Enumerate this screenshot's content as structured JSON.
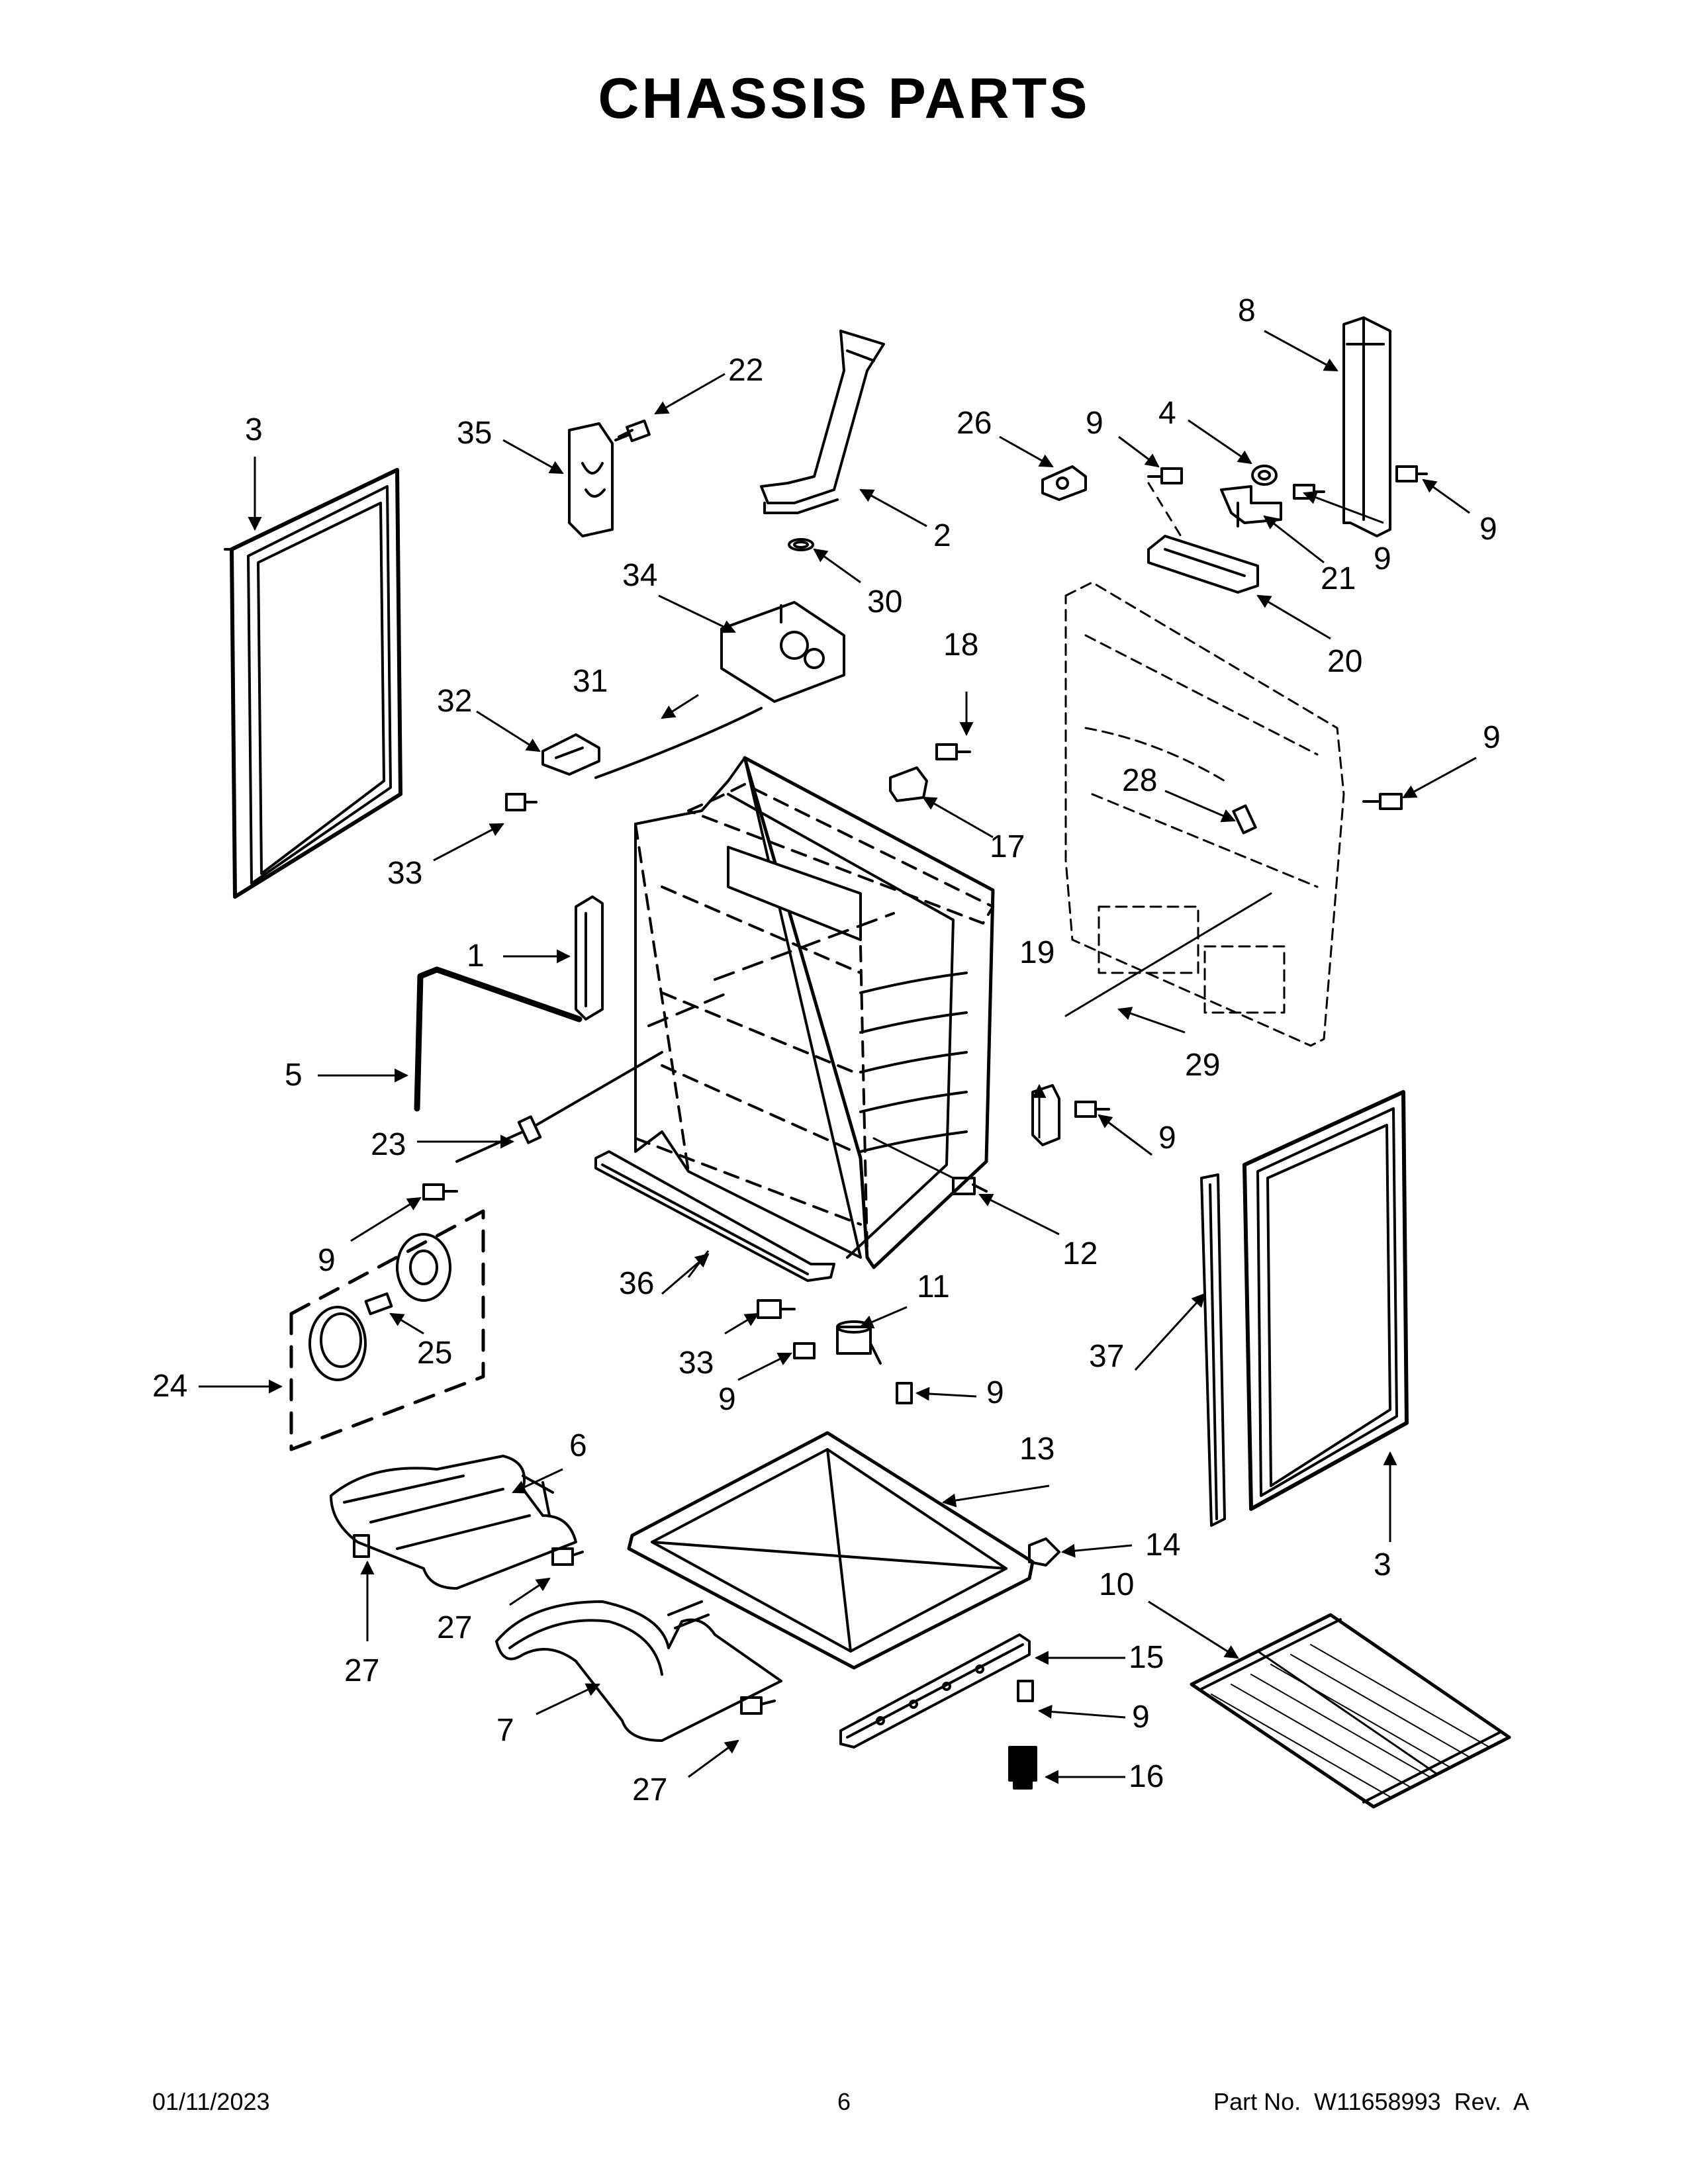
{
  "page": {
    "title": "CHASSIS PARTS",
    "footer": {
      "date": "01/11/2023",
      "page_number": "6",
      "part_no": "Part No.  W11658993  Rev.  A"
    }
  },
  "callouts": {
    "c1": "1",
    "c2": "2",
    "c3a": "3",
    "c3b": "3",
    "c4": "4",
    "c5": "5",
    "c6": "6",
    "c7": "7",
    "c8": "8",
    "c9a": "9",
    "c9b": "9",
    "c9c": "9",
    "c9d": "9",
    "c9e": "9",
    "c9f": "9",
    "c9g": "9",
    "c9h": "9",
    "c9i": "9",
    "c10": "10",
    "c11": "11",
    "c12": "12",
    "c13": "13",
    "c14": "14",
    "c15": "15",
    "c16": "16",
    "c17": "17",
    "c18": "18",
    "c19": "19",
    "c20": "20",
    "c21": "21",
    "c22": "22",
    "c23": "23",
    "c24": "24",
    "c25": "25",
    "c26": "26",
    "c27a": "27",
    "c27b": "27",
    "c27c": "27",
    "c28": "28",
    "c29": "29",
    "c30": "30",
    "c31": "31",
    "c32": "32",
    "c33a": "33",
    "c33b": "33",
    "c34": "34",
    "c35": "35",
    "c36": "36",
    "c37": "37"
  }
}
